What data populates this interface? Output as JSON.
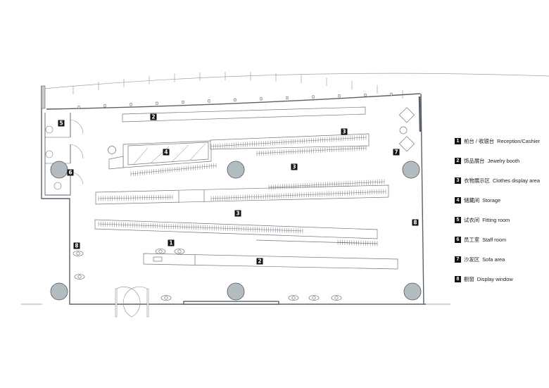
{
  "plan": {
    "markers": [
      {
        "id": "jewelry-top",
        "n": "2"
      },
      {
        "id": "clothes-top",
        "n": "3"
      },
      {
        "id": "storage",
        "n": "4"
      },
      {
        "id": "clothes-mid",
        "n": "3"
      },
      {
        "id": "clothes-low",
        "n": "3"
      },
      {
        "id": "reception",
        "n": "1"
      },
      {
        "id": "jewelry-bottom",
        "n": "2"
      },
      {
        "id": "fitting",
        "n": "5"
      },
      {
        "id": "staff",
        "n": "6"
      },
      {
        "id": "sofa",
        "n": "7"
      },
      {
        "id": "window-right",
        "n": "8"
      },
      {
        "id": "window-left",
        "n": "8"
      }
    ],
    "colors": {
      "column": "#b3bcc0",
      "line": "#4a5560",
      "wall": "#56616b"
    }
  },
  "legend": [
    {
      "n": "1",
      "zh": "前台 / 收银台",
      "en": "Reception/Cashier"
    },
    {
      "n": "2",
      "zh": "饰品展台",
      "en": "Jewelry booth"
    },
    {
      "n": "3",
      "zh": "衣物展示区",
      "en": "Clothes display area"
    },
    {
      "n": "4",
      "zh": "储藏间",
      "en": "Storage"
    },
    {
      "n": "5",
      "zh": "试衣间",
      "en": "Fitting room"
    },
    {
      "n": "6",
      "zh": "员工室",
      "en": "Staff room"
    },
    {
      "n": "7",
      "zh": "沙发区",
      "en": "Sofa area"
    },
    {
      "n": "8",
      "zh": "橱窗",
      "en": "Display window"
    }
  ]
}
